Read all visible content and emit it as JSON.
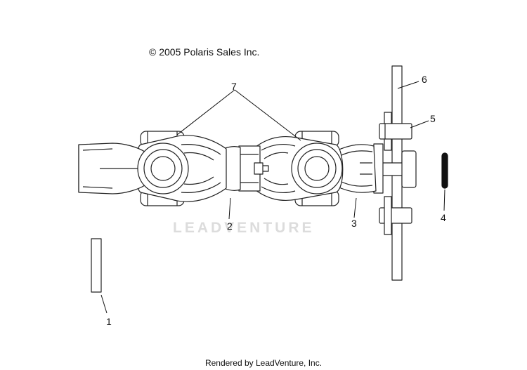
{
  "copyright": "© 2005 Polaris Sales Inc.",
  "footer": "Rendered by LeadVenture, Inc.",
  "watermark": "LEADVENTURE",
  "callouts": [
    {
      "id": "1",
      "label": "1"
    },
    {
      "id": "2",
      "label": "2"
    },
    {
      "id": "3",
      "label": "3"
    },
    {
      "id": "4",
      "label": "4"
    },
    {
      "id": "5",
      "label": "5"
    },
    {
      "id": "6",
      "label": "6"
    },
    {
      "id": "7",
      "label": "7"
    }
  ]
}
